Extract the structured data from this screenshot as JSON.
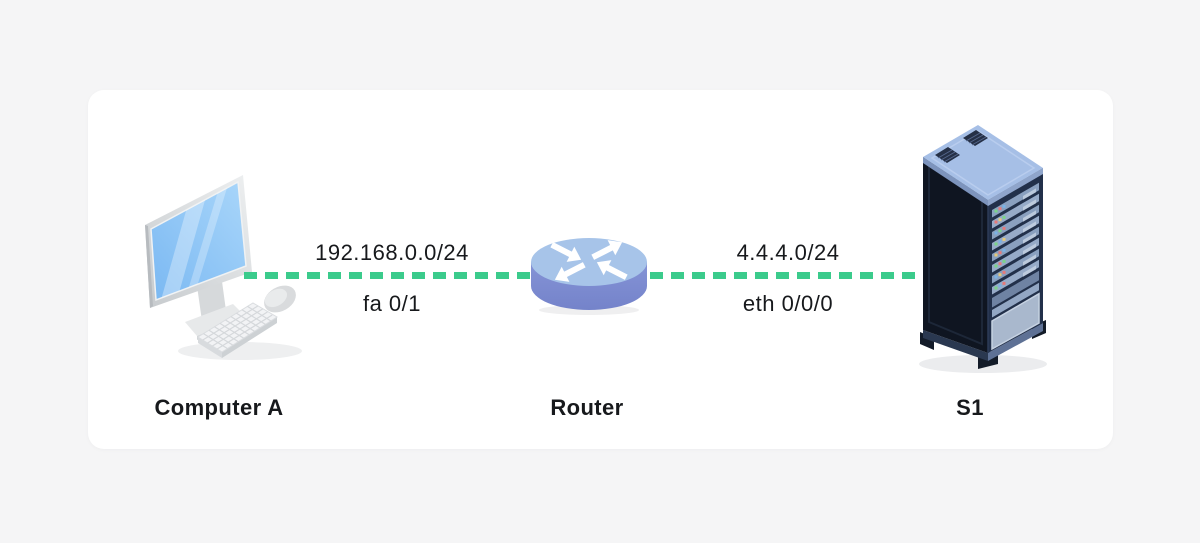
{
  "page": {
    "background_color": "#f5f5f6",
    "card_color": "#ffffff"
  },
  "diagram": {
    "type": "network-topology",
    "link_color": "#3bcb8c",
    "nodes": [
      {
        "id": "computer-a",
        "kind": "desktop-computer",
        "label": "Computer A"
      },
      {
        "id": "router",
        "kind": "router",
        "label": "Router"
      },
      {
        "id": "s1",
        "kind": "server-rack",
        "label": "S1"
      }
    ],
    "links": [
      {
        "from": "computer-a",
        "to": "router",
        "network": "192.168.0.0/24",
        "interface": "fa 0/1"
      },
      {
        "from": "router",
        "to": "s1",
        "network": "4.4.4.0/24",
        "interface": "eth 0/0/0"
      }
    ]
  }
}
